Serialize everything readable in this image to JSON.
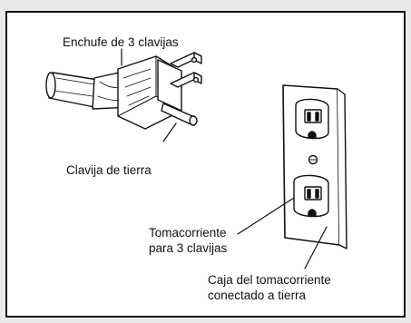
{
  "labels": {
    "plug": "Enchufe de 3 clavijas",
    "ground_pin": "Clavija de tierra",
    "receptacle": [
      "Tomacorriente",
      "para 3 clavijas"
    ],
    "box": [
      "Caja del tomacorriente",
      "conectado a tierra"
    ]
  },
  "colors": {
    "ink": "#111111",
    "background": "#e9e9e9",
    "panel": "#ffffff"
  }
}
